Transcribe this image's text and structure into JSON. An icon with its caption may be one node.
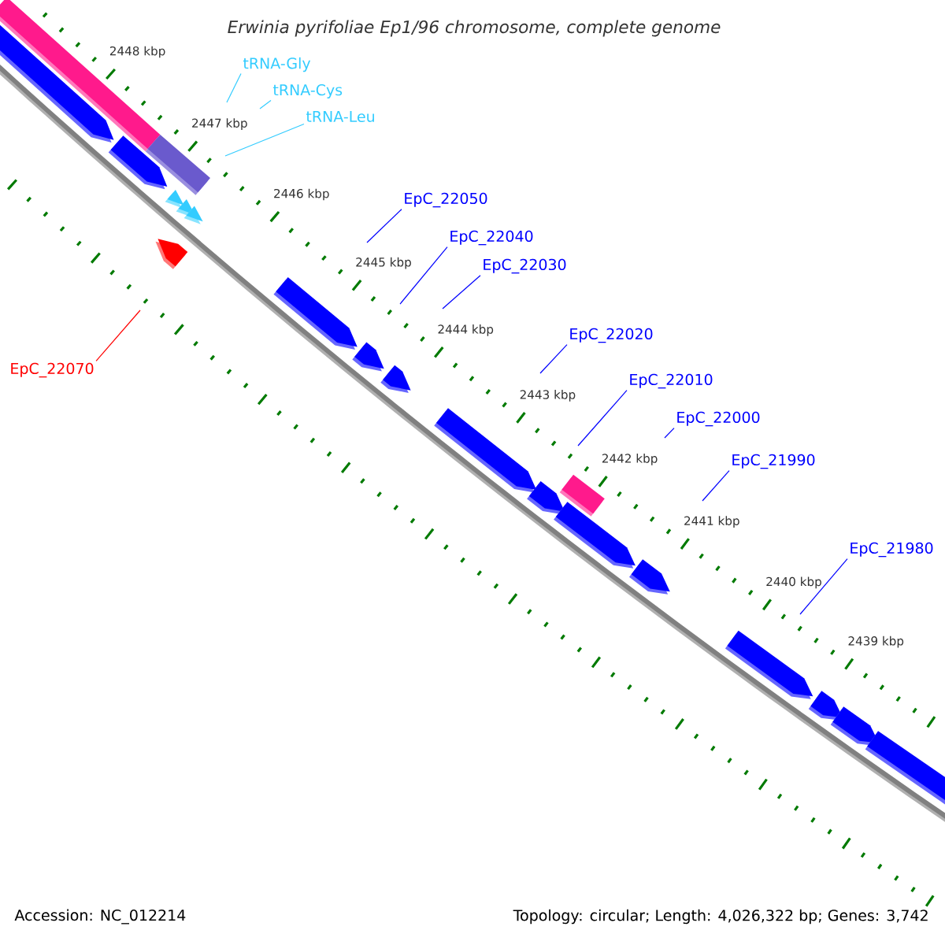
{
  "diagram": {
    "title": "Erwinia pyrifoliae Ep1/96 chromosome, complete genome",
    "nodes": [
      {
        "text": [
          "tRNA-Gly"
        ]
      },
      {
        "text": [
          "tRNA-Cys"
        ]
      },
      {
        "text": [
          "tRNA-Leu"
        ]
      },
      {
        "text": [
          "EpC_22050"
        ]
      },
      {
        "text": [
          "EpC_22040"
        ]
      },
      {
        "text": [
          "EpC_22030"
        ]
      },
      {
        "text": [
          "EpC_22020"
        ]
      },
      {
        "text": [
          "EpC_22010"
        ]
      },
      {
        "text": [
          "EpC_22000"
        ]
      },
      {
        "text": [
          "EpC_21990"
        ]
      },
      {
        "text": [
          "EpC_21980"
        ]
      },
      {
        "text": [
          "EpC_22070"
        ]
      }
    ],
    "edges": [
      {
        "from": 0,
        "to": null,
        "arrow": "none",
        "color": "#33ccff"
      },
      {
        "from": 1,
        "to": null,
        "arrow": "none",
        "color": "#33ccff"
      },
      {
        "from": 2,
        "to": null,
        "arrow": "none",
        "color": "#33ccff"
      },
      {
        "from": 3,
        "to": null,
        "arrow": "none"
      },
      {
        "from": 4,
        "to": null,
        "arrow": "none"
      },
      {
        "from": 5,
        "to": null,
        "arrow": "none"
      },
      {
        "from": 6,
        "to": null,
        "arrow": "none"
      },
      {
        "from": 7,
        "to": null,
        "arrow": "none"
      },
      {
        "from": 8,
        "to": null,
        "arrow": "none"
      },
      {
        "from": 9,
        "to": null,
        "arrow": "none"
      },
      {
        "from": 10,
        "to": null,
        "arrow": "none"
      },
      {
        "from": 11,
        "to": null,
        "arrow": "none",
        "color": "#ff0000"
      }
    ],
    "labels": [
      "2448 kbp",
      "2447 kbp",
      "2446 kbp",
      "2445 kbp",
      "2444 kbp",
      "2443 kbp",
      "2442 kbp",
      "2441 kbp",
      "2440 kbp",
      "2439 kbp",
      "Accession: NC_012214",
      "Topology: circular; Length: 4,026,322 bp; Genes: 3,742"
    ]
  }
}
